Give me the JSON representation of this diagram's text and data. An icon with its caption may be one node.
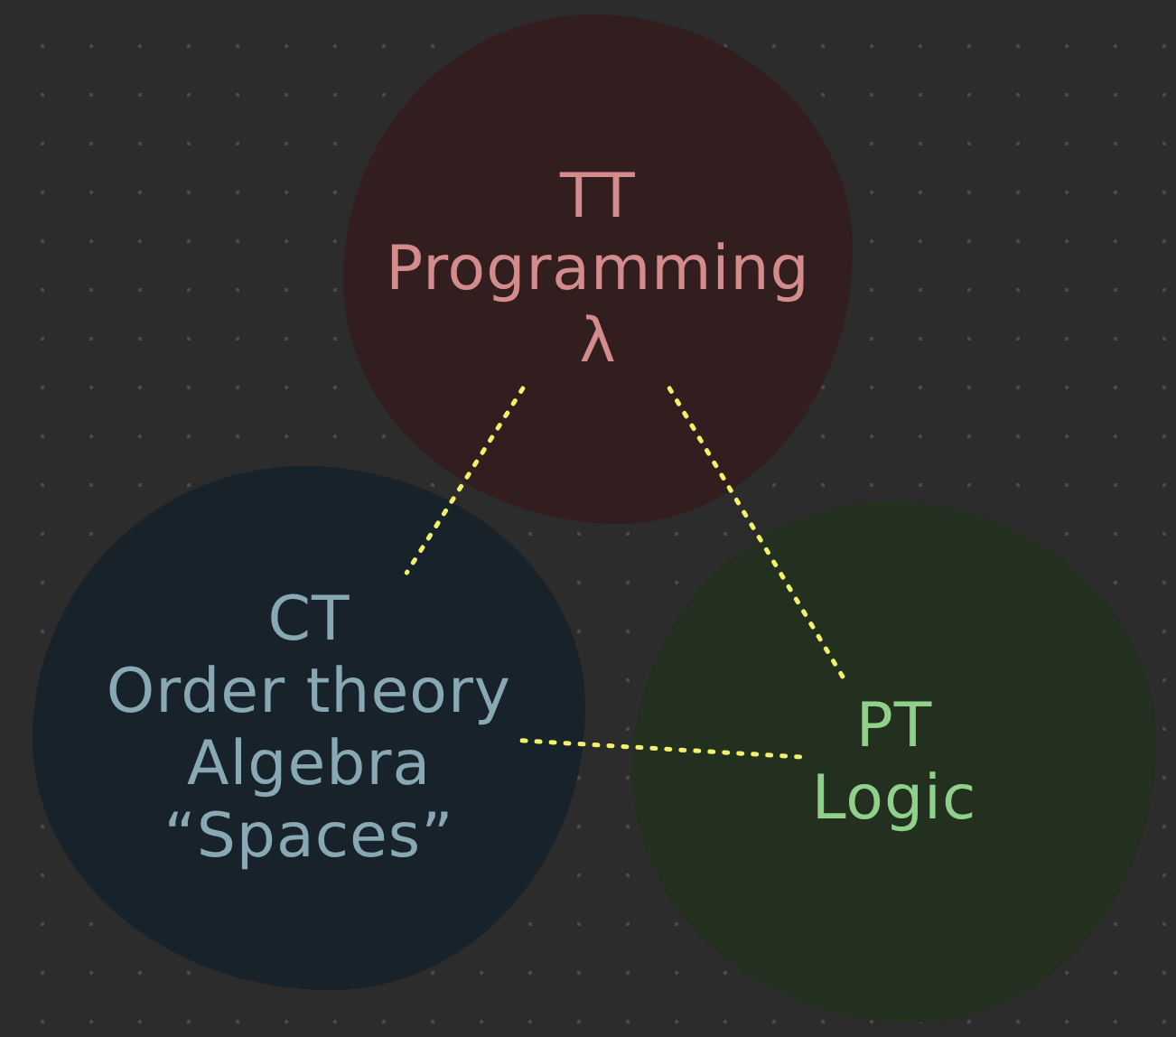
{
  "diagram": {
    "nodes": [
      {
        "text": [
          "TT",
          "Programming",
          "λ"
        ]
      },
      {
        "text": [
          "CT",
          "Order theory",
          "Algebra",
          "“Spaces”"
        ]
      },
      {
        "text": [
          "PT",
          "Logic"
        ]
      }
    ],
    "edges": [
      {
        "from": 0,
        "to": 1,
        "arrow": "none",
        "style": "dashed"
      },
      {
        "from": 0,
        "to": 2,
        "arrow": "none",
        "style": "dashed"
      },
      {
        "from": 1,
        "to": 2,
        "arrow": "none",
        "style": "dashed"
      }
    ]
  }
}
